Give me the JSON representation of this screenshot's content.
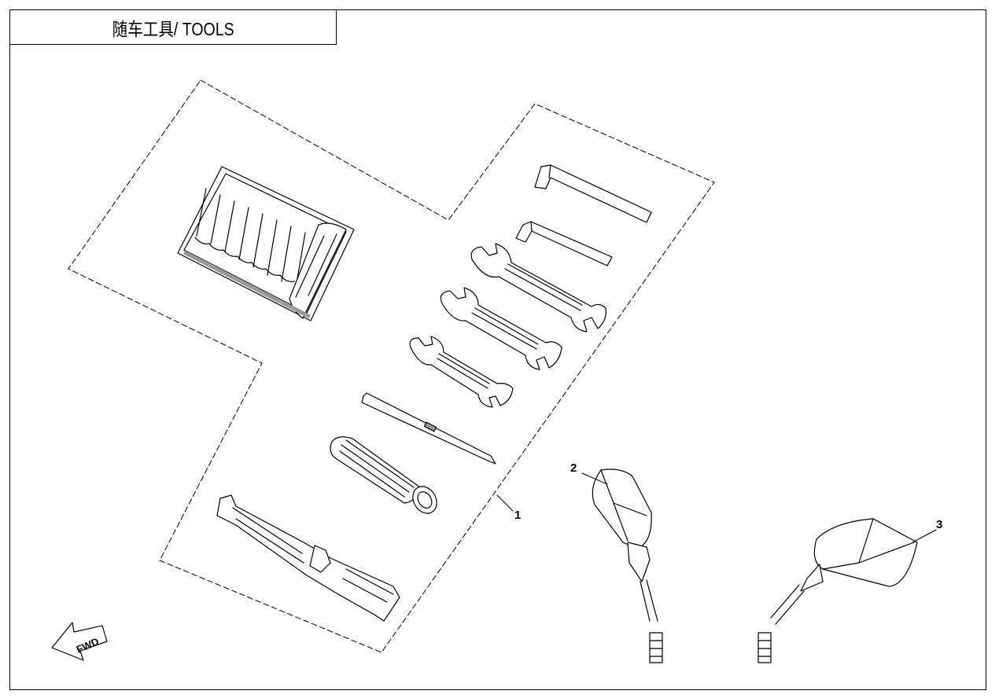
{
  "title": "随车工具/ TOOLS",
  "callouts": {
    "item1": "1",
    "item2": "2",
    "item3": "3"
  },
  "fwd_label": "FWD",
  "colors": {
    "line": "#000000",
    "background": "#ffffff",
    "shade": "#9a9a9a"
  }
}
